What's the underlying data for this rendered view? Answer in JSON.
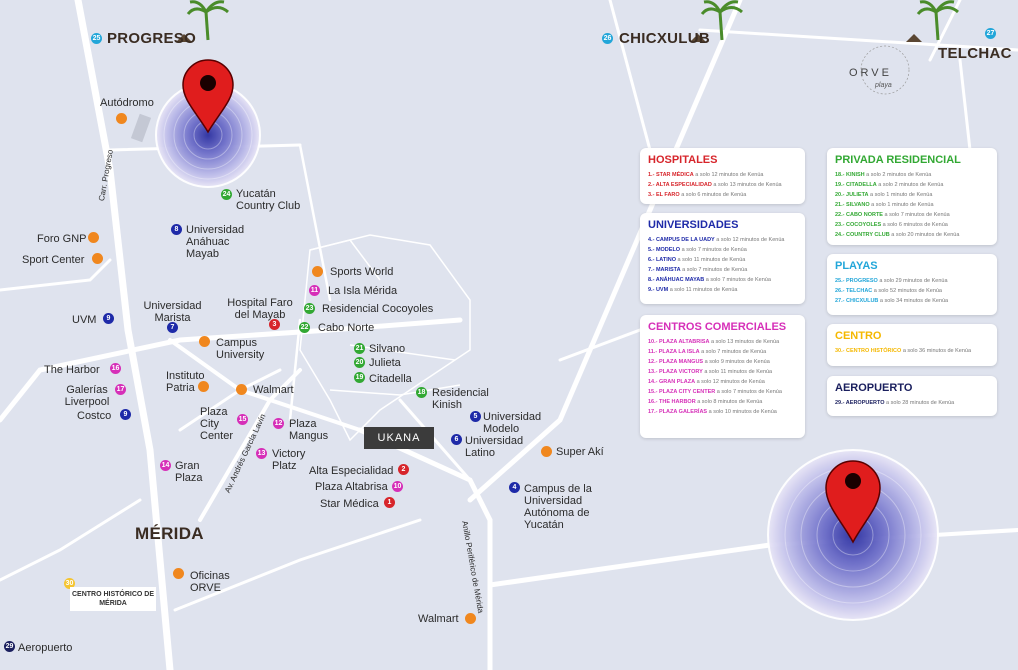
{
  "cities": {
    "progreso": {
      "num": "25",
      "name": "PROGRESO"
    },
    "chicxulub": {
      "num": "26",
      "name": "CHICXULUB"
    },
    "telchac": {
      "num": "27",
      "name": "TELCHAC"
    },
    "merida": "MÉRIDA"
  },
  "logo": {
    "name": "ORVE",
    "sub": "playa"
  },
  "roads": {
    "progreso": "Carr. Progreso",
    "garcia_lavin": "Av. Andrés García Lavín",
    "periferico": "Anillo Periférico de Mérida"
  },
  "places": {
    "autodromo": "Autódromo",
    "yucatan_cc": {
      "num": "24",
      "name": "Yucatán Country Club"
    },
    "foro_gnp": "Foro GNP",
    "sport_center": "Sport Center",
    "anahuac": {
      "num": "8",
      "name": "Universidad Anáhuac Mayab"
    },
    "uvm": {
      "num": "9",
      "name": "UVM"
    },
    "marista": {
      "num": "7",
      "name": "Universidad Marista"
    },
    "faro": {
      "num": "3",
      "name": "Hospital Faro del Mayab"
    },
    "sports_world": "Sports World",
    "isla": {
      "num": "11",
      "name": "La Isla Mérida"
    },
    "cocoyoles": {
      "num": "23",
      "name": "Residencial Cocoyoles"
    },
    "cabo": {
      "num": "22",
      "name": "Cabo Norte"
    },
    "campus_univ": "Campus University",
    "silvano": {
      "num": "21",
      "name": "Silvano"
    },
    "julieta": {
      "num": "20",
      "name": "Julieta"
    },
    "citadella": {
      "num": "19",
      "name": "Citadella"
    },
    "harbor": {
      "num": "16",
      "name": "The Harbor"
    },
    "patria": "Instituto Patria",
    "walmart1": "Walmart",
    "galerias": {
      "num": "17",
      "name": "Galerías Liverpool"
    },
    "costco": {
      "num": "9",
      "name": "Costco"
    },
    "plaza_city": {
      "num": "15",
      "name": "Plaza City Center"
    },
    "mangus": {
      "num": "12",
      "name": "Plaza Mangus"
    },
    "kinish": {
      "num": "18",
      "name": "Residencial Kinish"
    },
    "modelo": {
      "num": "5",
      "name": "Universidad Modelo"
    },
    "latino": {
      "num": "6",
      "name": "Universidad Latino"
    },
    "ukana": "UKANA",
    "super_aki": "Super Akí",
    "gran_plaza": {
      "num": "14",
      "name": "Gran Plaza"
    },
    "victory": {
      "num": "13",
      "name": "Victory Platz"
    },
    "alta": {
      "num": "2",
      "name": "Alta Especialidad"
    },
    "altabrisa": {
      "num": "10",
      "name": "Plaza Altabrisa"
    },
    "star": {
      "num": "1",
      "name": "Star Médica"
    },
    "uady": {
      "num": "4",
      "name": "Campus de la Universidad Autónoma de Yucatán"
    },
    "oficinas": "Oficinas ORVE",
    "centro_hist": {
      "num": "30",
      "name": "CENTRO HISTÓRICO DE MÉRIDA"
    },
    "walmart2": "Walmart",
    "aeropuerto": {
      "num": "29",
      "name": "Aeropuerto"
    }
  },
  "cards": {
    "hospitales": {
      "title": "HOSPITALES",
      "items": [
        {
          "label": "1.- STAR MÉDICA",
          "rest": "a solo 12 minutos de Kenúa"
        },
        {
          "label": "2.- ALTA ESPECIALIDAD",
          "rest": "a solo 13 minutos de Kenúa"
        },
        {
          "label": "3.- EL FARO",
          "rest": "a solo 6 minutos de Kenúa"
        }
      ]
    },
    "universidades": {
      "title": "UNIVERSIDADES",
      "items": [
        {
          "label": "4.- CAMPUS DE LA UADY",
          "rest": "a solo 12 minutos de Kenúa"
        },
        {
          "label": "5.- MODELO",
          "rest": "a solo 7 minutos de Kenúa"
        },
        {
          "label": "6.- LATINO",
          "rest": "a solo 11 minutos de Kenúa"
        },
        {
          "label": "7.- MARISTA",
          "rest": "a solo 7 minutos de Kenúa"
        },
        {
          "label": "8.- ANÁHUAC MAYAB",
          "rest": "a solo 7 minutos de Kenúa"
        },
        {
          "label": "9.- UVM",
          "rest": "a solo 11 minutos de Kenúa"
        }
      ]
    },
    "centros": {
      "title": "CENTROS COMERCIALES",
      "items": [
        {
          "label": "10.- PLAZA ALTABRISA",
          "rest": "a solo 13 minutos de Kenúa"
        },
        {
          "label": "11.- PLAZA LA ISLA",
          "rest": "a solo 7 minutos de Kenúa"
        },
        {
          "label": "12.- PLAZA MANGUS",
          "rest": "a solo 9 minutos de Kenúa"
        },
        {
          "label": "13.- PLAZA VICTORY",
          "rest": "a solo 11 minutos de Kenúa"
        },
        {
          "label": "14.- GRAN PLAZA",
          "rest": "a solo 12 minutos de Kenúa"
        },
        {
          "label": "15.- PLAZA CITY CENTER",
          "rest": "a solo 7 minutos de Kenúa"
        },
        {
          "label": "16.- THE HARBOR",
          "rest": "a solo 8 minutos de Kenúa"
        },
        {
          "label": "17.- PLAZA GALERÍAS",
          "rest": "a solo 10 minutos de Kenúa"
        }
      ]
    },
    "privada": {
      "title": "PRIVADA RESIDENCIAL",
      "items": [
        {
          "label": "18.- KINISH",
          "rest": "a solo 2 minutos de Kenúa"
        },
        {
          "label": "19.- CITADELLA",
          "rest": "a solo 2 minutos de Kenúa"
        },
        {
          "label": "20.- JULIETA",
          "rest": "a solo 1 minuto de Kenúa"
        },
        {
          "label": "21.- SILVANO",
          "rest": "a solo 1 minuto de Kenúa"
        },
        {
          "label": "22.- CABO NORTE",
          "rest": "a solo 7 minutos de Kenúa"
        },
        {
          "label": "23.- COCOYOLES",
          "rest": "a solo 6 minutos de Kenúa"
        },
        {
          "label": "24.- COUNTRY CLUB",
          "rest": "a solo 20 minutos de Kenúa"
        }
      ]
    },
    "playas": {
      "title": "PLAYAS",
      "items": [
        {
          "label": "25.- PROGRESO",
          "rest": "a solo 29 minutos de Kenúa"
        },
        {
          "label": "26.- TELCHAC",
          "rest": "a solo 52 minutos de Kenúa"
        },
        {
          "label": "27.- CHICXULUB",
          "rest": "a solo 34 minutos de Kenúa"
        }
      ]
    },
    "centro": {
      "title": "CENTRO",
      "items": [
        {
          "label": "30.- CENTRO HISTÓRICO",
          "rest": "a solo 36 minutos de Kenúa"
        }
      ]
    },
    "aeropuerto": {
      "title": "AEROPUERTO",
      "items": [
        {
          "label": "29.- AEROPUERTO",
          "rest": "a solo 28 minutos de Kenúa"
        }
      ]
    }
  },
  "colors": {
    "hospitales": "#d7252b",
    "universidades": "#1e2aa8",
    "centros": "#d62fb8",
    "privada": "#32a833",
    "playas": "#22a6d9",
    "centro": "#f5b800",
    "aeropuerto": "#1a1f5e",
    "poi": "#f0871e",
    "pin": "#e01d1d"
  }
}
